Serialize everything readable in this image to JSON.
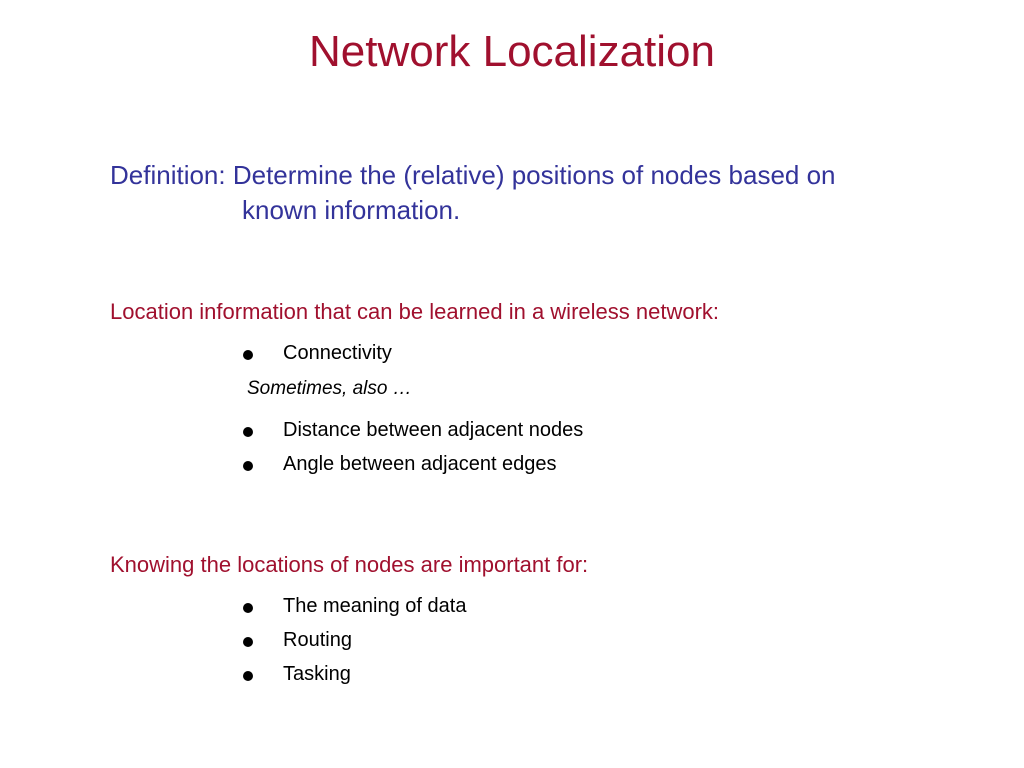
{
  "slide": {
    "title": "Network Localization",
    "definition": {
      "line1": "Definition: Determine the (relative) positions of nodes based on",
      "line2": "known information."
    },
    "section1": {
      "heading": "Location information that can be learned in a wireless network:",
      "items": [
        "Connectivity"
      ],
      "aside": "Sometimes, also …",
      "extra_items": [
        "Distance between adjacent nodes",
        "Angle between adjacent edges"
      ]
    },
    "section2": {
      "heading": "Knowing the locations of nodes are important for:",
      "items": [
        "The meaning of data",
        "Routing",
        "Tasking"
      ]
    }
  },
  "colors": {
    "title": "#a0102e",
    "definition": "#33339a",
    "heading": "#a0102e",
    "body": "#000000"
  }
}
